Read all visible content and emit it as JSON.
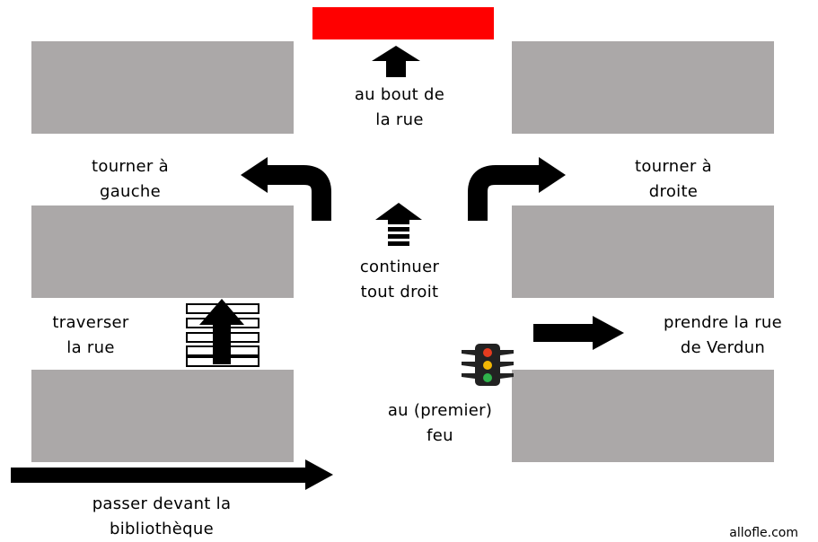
{
  "colors": {
    "block": "#aba8a8",
    "end_bar": "#ff0000",
    "arrow": "#000000",
    "light_red": "#e53b1f",
    "light_amber": "#f2b705",
    "light_green": "#2fb24b"
  },
  "labels": {
    "end_of_street_1": "au bout de",
    "end_of_street_2": "la rue",
    "turn_left_1": "tourner à",
    "turn_left_2": "gauche",
    "turn_right_1": "tourner à",
    "turn_right_2": "droite",
    "straight_1": "continuer",
    "straight_2": "tout droit",
    "cross_1": "traverser",
    "cross_2": "la rue",
    "take_street_1": "prendre la rue",
    "take_street_2": "de Verdun",
    "light_1": "au (premier)",
    "light_2": "feu",
    "pass_1": "passer devant la",
    "pass_2": "bibliothèque"
  },
  "credit": "allofle.com",
  "icons": [
    "arrow-up-icon",
    "turn-left-arrow-icon",
    "turn-right-arrow-icon",
    "straight-arrow-icon",
    "crosswalk-icon",
    "traffic-light-icon",
    "arrow-right-icon"
  ]
}
